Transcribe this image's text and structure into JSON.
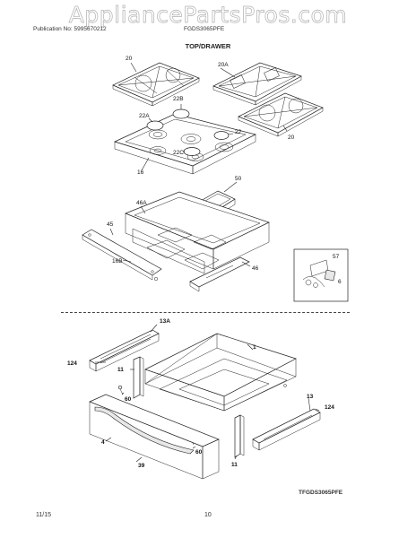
{
  "watermark": "AppliancePartsPros.com",
  "header": {
    "publication": "Publication No: 5995670212",
    "model": "FGDS3065PFE"
  },
  "title": "TOP/DRAWER",
  "labels": {
    "p20a": "20",
    "p20b": "20A",
    "p20c": "20",
    "p22b": "22B",
    "p22a": "22A",
    "p22": "22",
    "p22c": "22C",
    "p16": "16",
    "p50": "50",
    "p46a": "46A",
    "p45": "45",
    "p16b": "16B",
    "p46": "46",
    "p57": "57",
    "p6": "6",
    "p13a": "13A",
    "p124a": "124",
    "p1": "1",
    "p11a": "11",
    "p60a": "60",
    "p13": "13",
    "p124b": "124",
    "p4": "4",
    "p39": "39",
    "p60b": "60",
    "p11b": "11"
  },
  "diagram_code": "TFGDS3065PFE",
  "footer": {
    "date": "11/15",
    "page": "10"
  }
}
